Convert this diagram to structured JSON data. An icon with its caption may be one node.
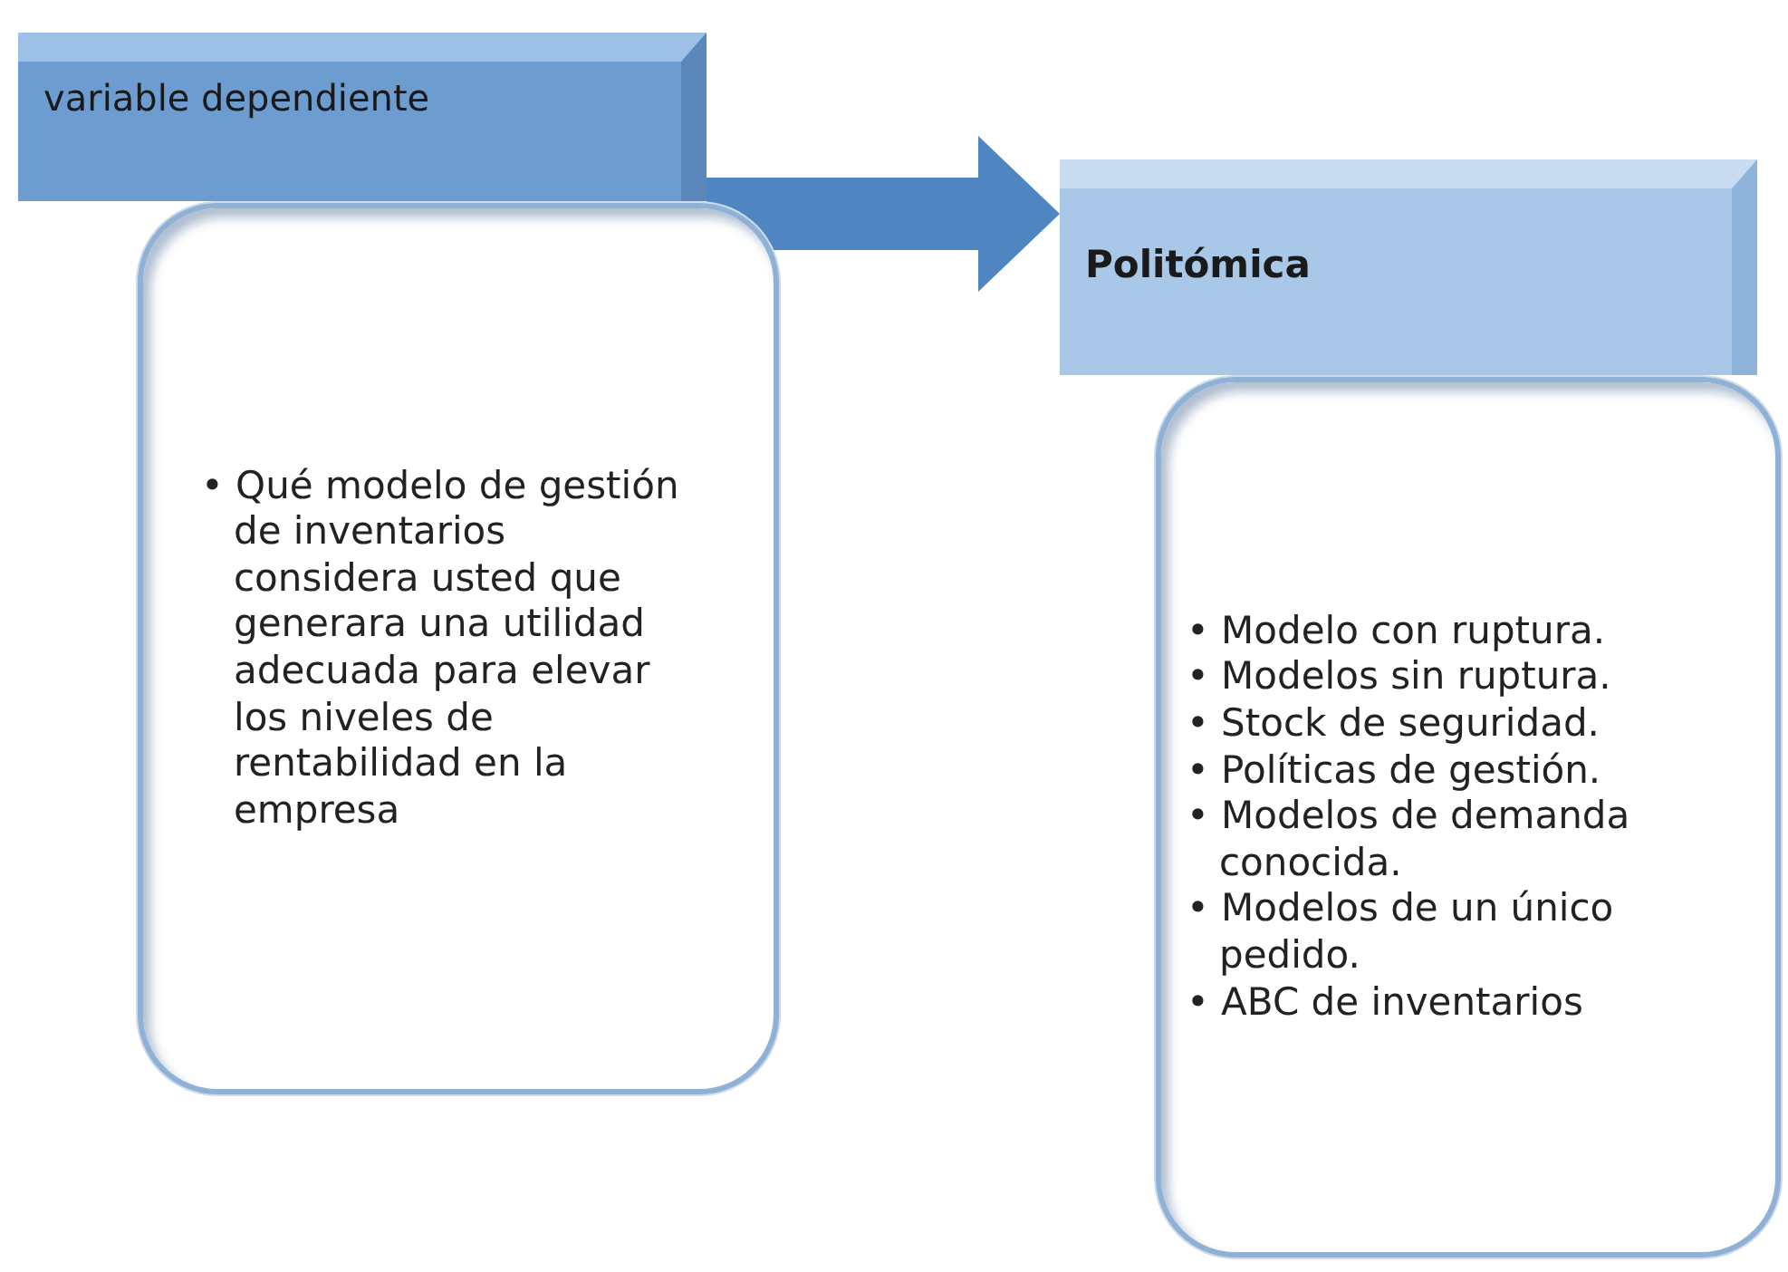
{
  "diagram": {
    "nodes": [
      {
        "text": [
          "variable dependiente"
        ]
      },
      {
        "text": [
          "• Qué modelo de gestión de inventarios considera usted  que generara  una utilidad adecuada para elevar los niveles de rentabilidad en la empresa"
        ]
      },
      {
        "text": [
          "Politómica"
        ]
      },
      {
        "text": [
          "• Modelo con ruptura.",
          "• Modelos sin ruptura.",
          "• Stock de seguridad.",
          "• Políticas de gestión.",
          "• Modelos de demanda conocida.",
          "• Modelos de un único pedido.",
          "• ABC de inventarios"
        ]
      }
    ],
    "edges": [
      {
        "from": 0,
        "to": 2,
        "arrow": "to",
        "style": "thick"
      }
    ]
  }
}
